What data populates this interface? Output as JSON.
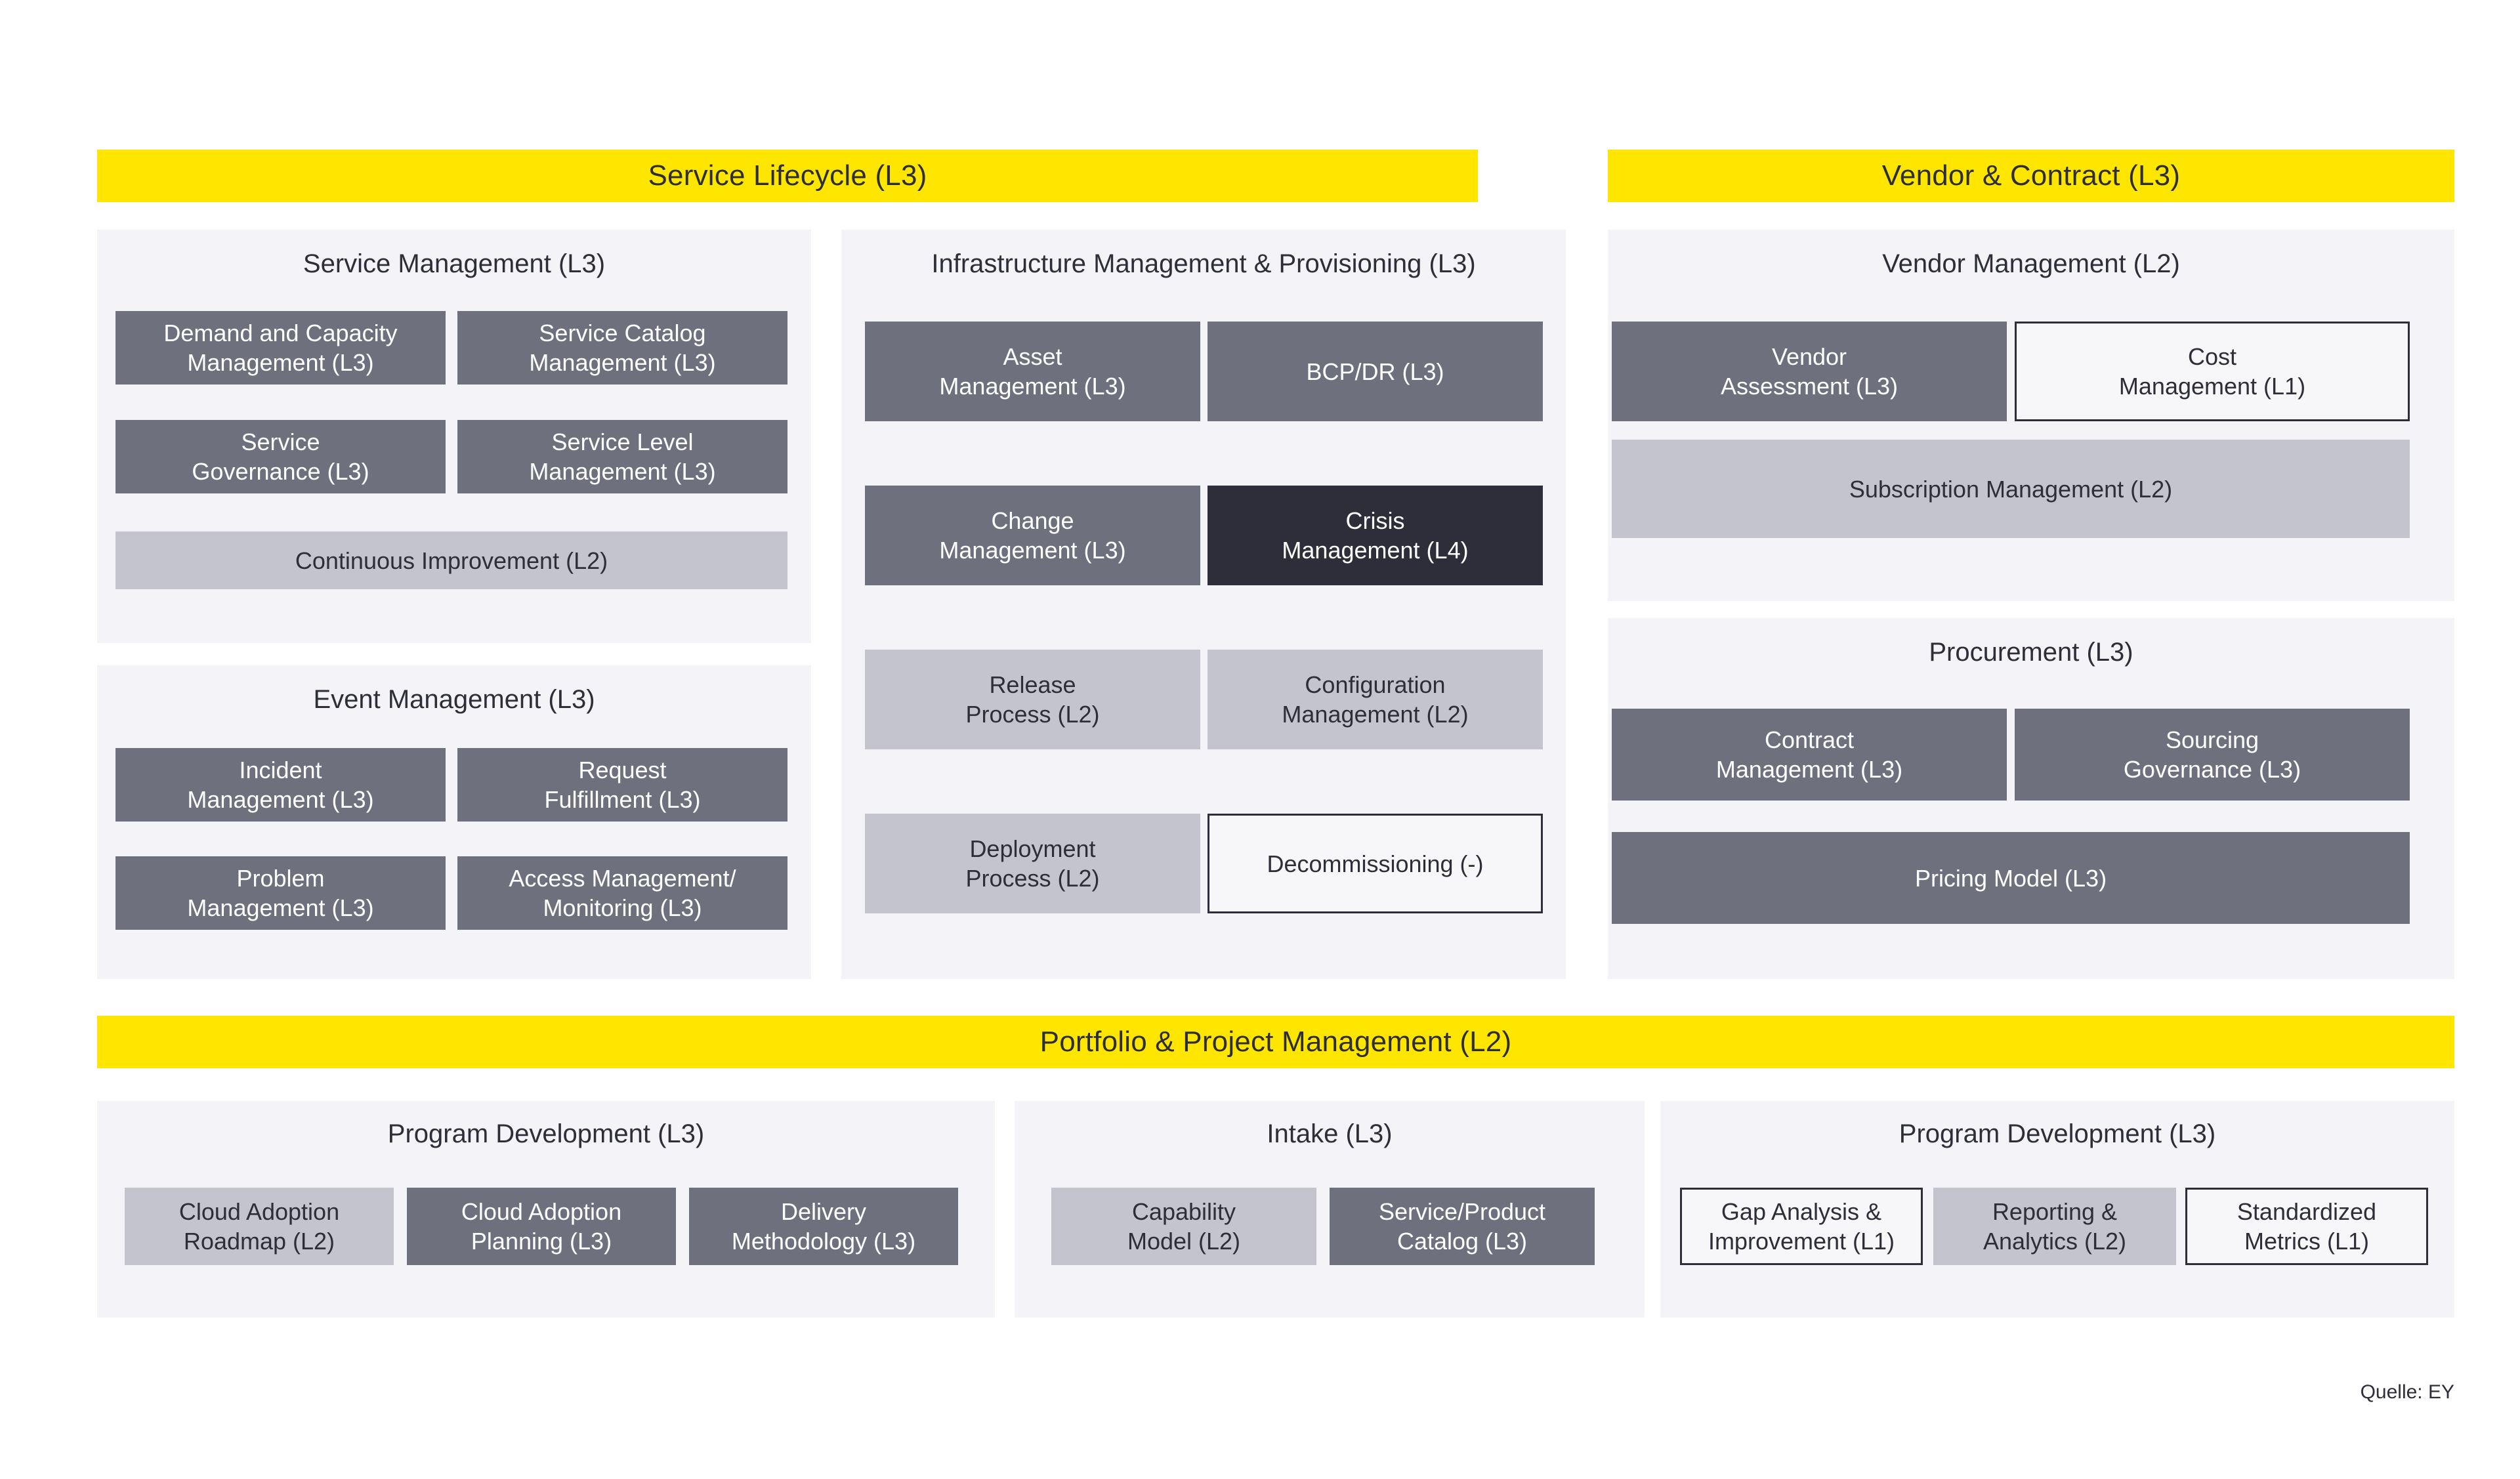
{
  "meta": {
    "source_note": "Quelle: EY",
    "colors": {
      "brand_yellow": "#FFE600",
      "dark_tile": "#6E707E",
      "light_tile": "#C3C4CE",
      "black_tile": "#2E2E3A",
      "panel_bg": "#F4F4F8",
      "text_dark": "#2E2E38"
    }
  },
  "banners": {
    "service_lifecycle": "Service Lifecycle (L3)",
    "vendor_contract": "Vendor & Contract (L3)",
    "portfolio_project": "Portfolio & Project Management (L2)"
  },
  "groups": {
    "service_management": {
      "title": "Service Management (L3)",
      "tiles": [
        {
          "label": "Demand and Capacity\nManagement  (L3)",
          "style": "dark"
        },
        {
          "label": "Service Catalog\nManagement (L3)",
          "style": "dark"
        },
        {
          "label": "Service\nGovernance (L3)",
          "style": "dark"
        },
        {
          "label": "Service Level\nManagement (L3)",
          "style": "dark"
        },
        {
          "label": "Continuous Improvement (L2)",
          "style": "light"
        }
      ]
    },
    "event_management": {
      "title": "Event Management (L3)",
      "tiles": [
        {
          "label": "Incident\nManagement (L3)",
          "style": "dark"
        },
        {
          "label": "Request\nFulfillment (L3)",
          "style": "dark"
        },
        {
          "label": "Problem\nManagement (L3)",
          "style": "dark"
        },
        {
          "label": "Access Management/\nMonitoring (L3)",
          "style": "dark"
        }
      ]
    },
    "infrastructure": {
      "title": "Infrastructure Management & Provisioning (L3)",
      "tiles": [
        {
          "label": "Asset\nManagement (L3)",
          "style": "dark"
        },
        {
          "label": "BCP/DR (L3)",
          "style": "dark"
        },
        {
          "label": "Change\nManagement (L3)",
          "style": "dark"
        },
        {
          "label": "Crisis\nManagement (L4)",
          "style": "black"
        },
        {
          "label": "Release\nProcess (L2)",
          "style": "light"
        },
        {
          "label": "Configuration\nManagement (L2)",
          "style": "light"
        },
        {
          "label": "Deployment\nProcess (L2)",
          "style": "light"
        },
        {
          "label": "Decommissioning (-)",
          "style": "outline"
        }
      ]
    },
    "vendor_management": {
      "title": "Vendor Management (L2)",
      "tiles": [
        {
          "label": "Vendor\nAssessment (L3)",
          "style": "dark"
        },
        {
          "label": "Cost\nManagement (L1)",
          "style": "outline"
        },
        {
          "label": "Subscription Management (L2)",
          "style": "light"
        }
      ]
    },
    "procurement": {
      "title": "Procurement (L3)",
      "tiles": [
        {
          "label": "Contract\nManagement (L3)",
          "style": "dark"
        },
        {
          "label": "Sourcing\nGovernance (L3)",
          "style": "dark"
        },
        {
          "label": "Pricing Model (L3)",
          "style": "dark"
        }
      ]
    },
    "program_development_left": {
      "title": "Program Development (L3)",
      "tiles": [
        {
          "label": "Cloud Adoption\nRoadmap (L2)",
          "style": "light"
        },
        {
          "label": "Cloud Adoption\nPlanning (L3)",
          "style": "dark"
        },
        {
          "label": "Delivery\nMethodology (L3)",
          "style": "dark"
        }
      ]
    },
    "intake": {
      "title": "Intake (L3)",
      "tiles": [
        {
          "label": "Capability\nModel (L2)",
          "style": "light"
        },
        {
          "label": "Service/Product\nCatalog (L3)",
          "style": "dark"
        }
      ]
    },
    "program_development_right": {
      "title": "Program Development (L3)",
      "tiles": [
        {
          "label": "Gap Analysis &\nImprovement (L1)",
          "style": "outline"
        },
        {
          "label": "Reporting &\nAnalytics (L2)",
          "style": "light"
        },
        {
          "label": "Standardized\nMetrics (L1)",
          "style": "outline"
        }
      ]
    }
  }
}
